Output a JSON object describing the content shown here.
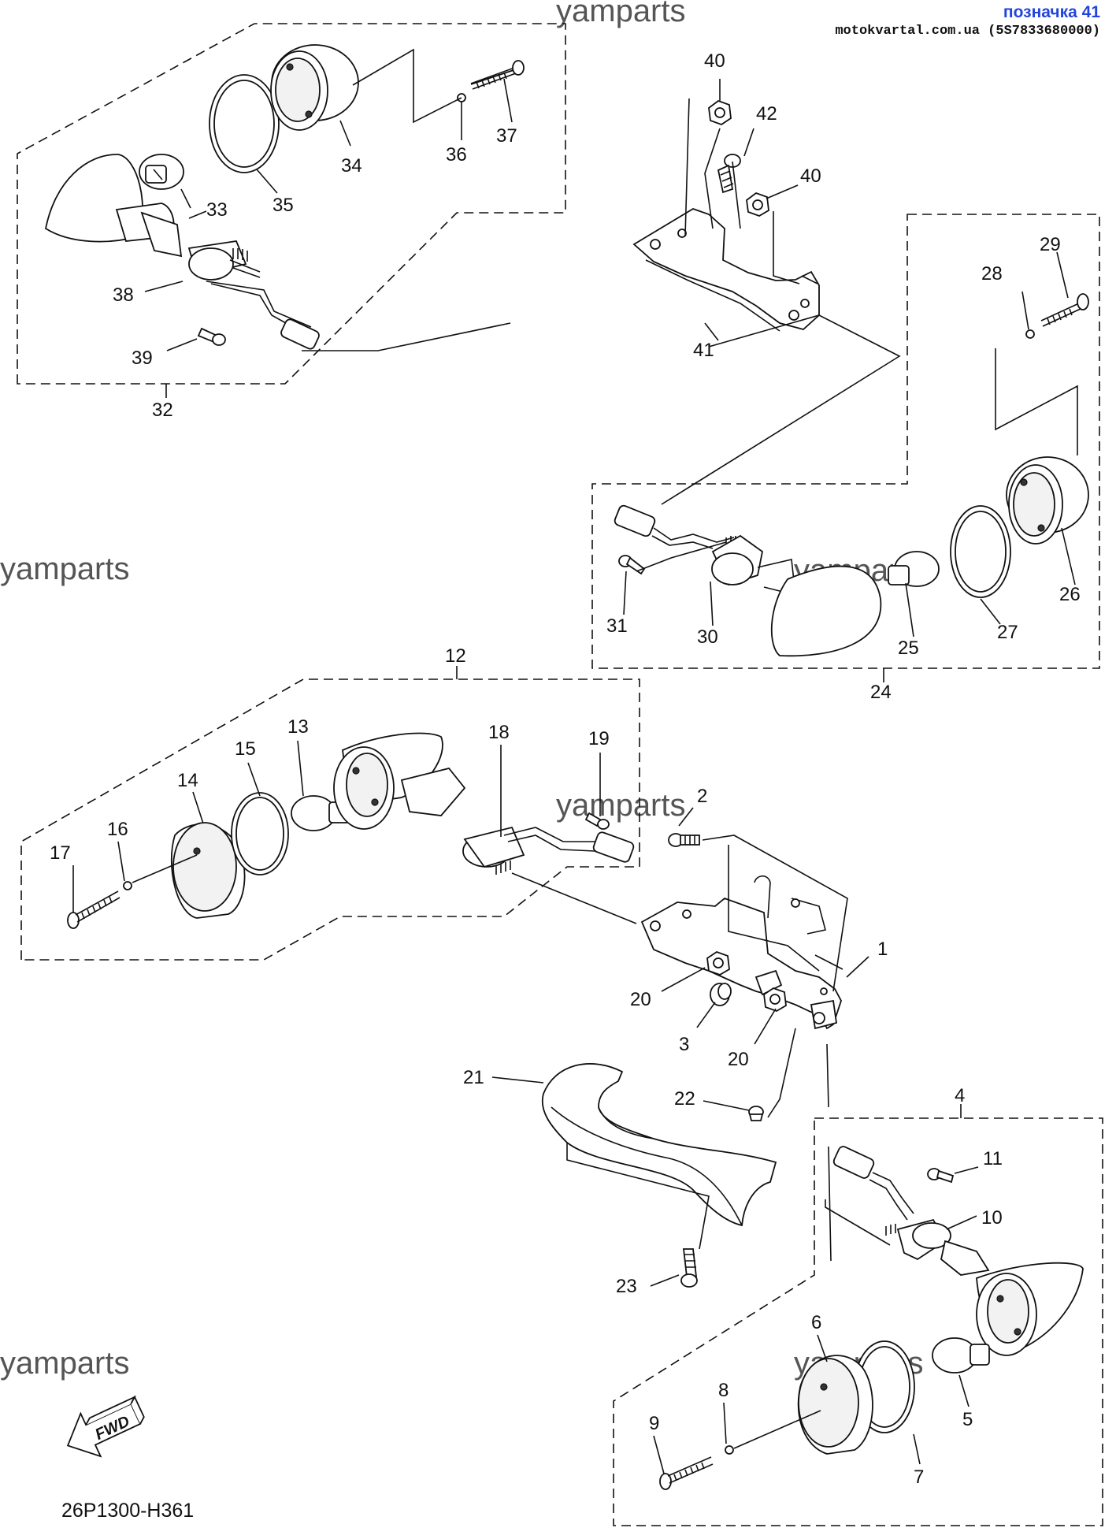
{
  "header": {
    "title": "позначка 41",
    "site": "motokvartal.com.ua (5S7833680000)"
  },
  "watermarks": [
    "yamparts",
    "yamparts",
    "yamparts",
    "yamparts",
    "yamparts",
    "yamparts"
  ],
  "direction_label": "FWD",
  "diagram_code": "26P1300-H361",
  "callouts": [
    "1",
    "2",
    "3",
    "4",
    "5",
    "6",
    "7",
    "8",
    "9",
    "10",
    "11",
    "12",
    "13",
    "14",
    "15",
    "16",
    "17",
    "18",
    "19",
    "20",
    "20",
    "21",
    "22",
    "23",
    "24",
    "25",
    "26",
    "27",
    "28",
    "29",
    "30",
    "31",
    "32",
    "33",
    "34",
    "35",
    "36",
    "37",
    "38",
    "39",
    "40",
    "40",
    "41",
    "42"
  ]
}
